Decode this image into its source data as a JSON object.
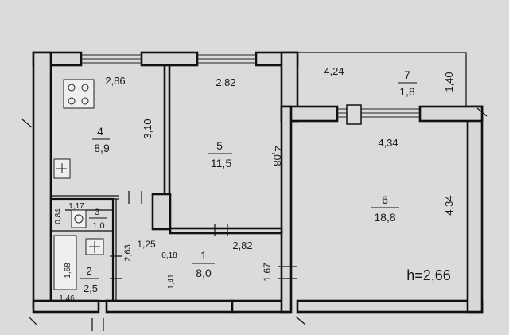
{
  "plan": {
    "height_label": "h=2,66",
    "rooms": [
      {
        "number": "4",
        "area": "8,9"
      },
      {
        "number": "5",
        "area": "11,5"
      },
      {
        "number": "6",
        "area": "18,8"
      },
      {
        "number": "7",
        "area": "1,8"
      },
      {
        "number": "3",
        "area": "1,0"
      },
      {
        "number": "2",
        "area": "2,5"
      },
      {
        "number": "1",
        "area": "8,0"
      }
    ],
    "dims": {
      "d_2_86": "2,86",
      "d_2_82_top": "2,82",
      "d_4_24": "4,24",
      "d_1_40": "1,40",
      "d_3_10": "3,10",
      "d_4_08": "4,08",
      "d_4_34_h": "4,34",
      "d_4_34_v": "4,34",
      "d_0_84": "0,84",
      "d_1_17": "1,17",
      "d_1_68": "1,68",
      "d_1_46": "1,46",
      "d_2_63": "2,63",
      "d_1_25": "1,25",
      "d_0_18": "0,18",
      "d_2_82_mid": "2,82",
      "d_1_41": "1,41",
      "d_1_67": "1,67"
    }
  }
}
